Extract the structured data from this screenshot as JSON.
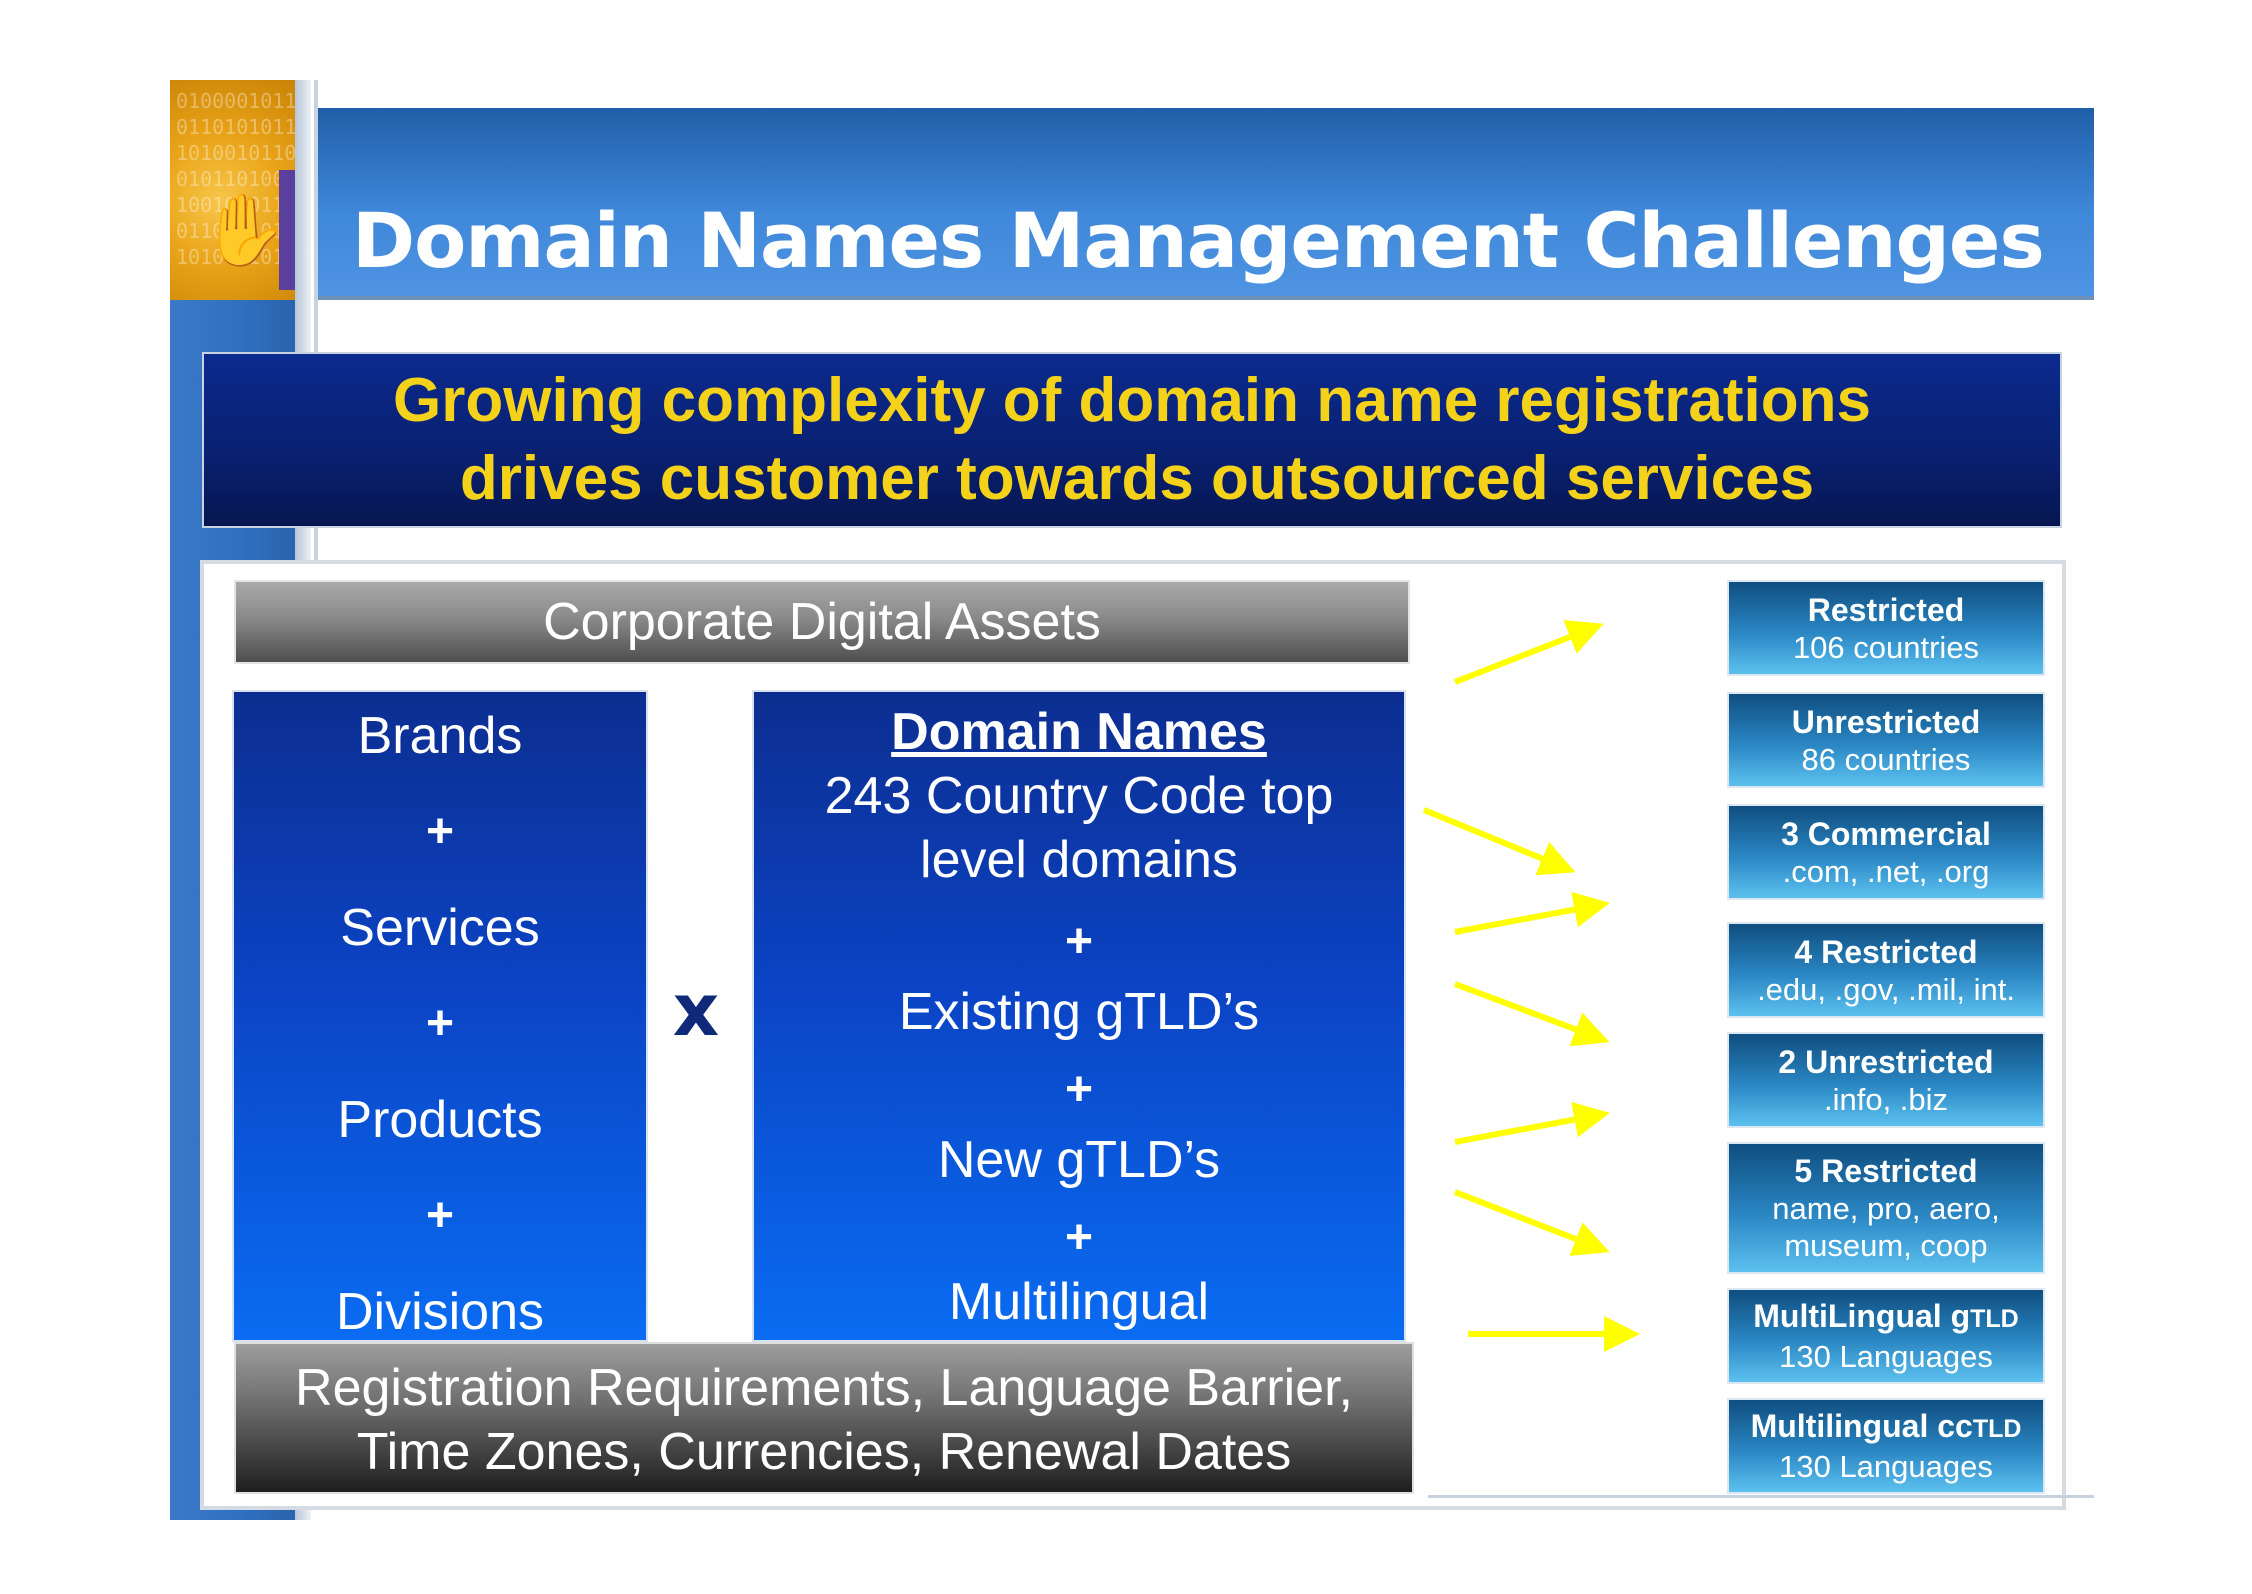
{
  "title": "Domain Names Management Challenges",
  "headline": {
    "line1": "Growing complexity of domain name registrations",
    "line2": "drives customer towards outsourced services"
  },
  "assets_bar": "Corporate Digital Assets",
  "brands_box": {
    "items": [
      "Brands",
      "Services",
      "Products",
      "Divisions"
    ],
    "plus": "+"
  },
  "times_sign": "x",
  "domain_box": {
    "title": "Domain Names",
    "items": [
      "243 Country Code top",
      "level domains",
      "Existing gTLD’s",
      "New gTLD’s",
      "Multilingual"
    ],
    "plus": "+"
  },
  "requirements": {
    "line1": "Registration Requirements, Language Barrier,",
    "line2": "Time Zones, Currencies, Renewal Dates"
  },
  "tiles": [
    {
      "t1": "Restricted",
      "t2": "106 countries"
    },
    {
      "t1": "Unrestricted",
      "t2": "86 countries"
    },
    {
      "t1": "3 Commercial",
      "t2": ".com, .net, .org"
    },
    {
      "t1": "4 Restricted",
      "t2": ".edu, .gov, .mil, int."
    },
    {
      "t1": "2 Unrestricted",
      "t2": ".info, .biz"
    },
    {
      "t1": "5 Restricted",
      "t2": "name, pro, aero,",
      "t3": "museum, coop"
    },
    {
      "t1a": "MultiLingual g",
      "t1b": "TLD",
      "t2": "130 Languages"
    },
    {
      "t1a": "Multilingual cc",
      "t1b": "TLD",
      "t2": "130 Languages"
    }
  ],
  "colors": {
    "header_blue": "#3f87d9",
    "headline_yellow": "#f5d21a",
    "arrow_yellow": "#ffff00",
    "box_blue": "#0b43c4"
  }
}
